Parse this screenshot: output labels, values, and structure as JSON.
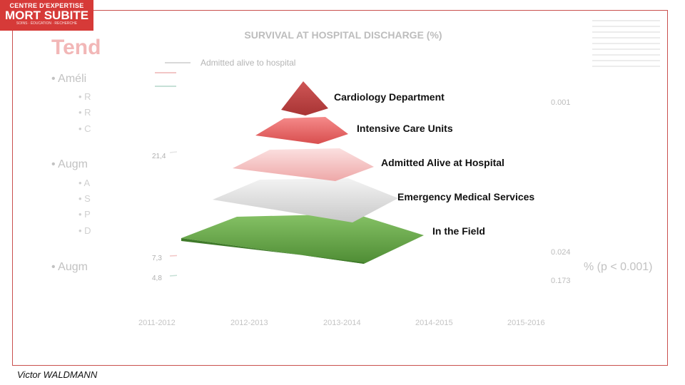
{
  "logo": {
    "line1": "CENTRE D'EXPERTISE",
    "line2": "MORT SUBITE",
    "line3": "SOINS · ÉDUCATION · RECHERCHE"
  },
  "slide": {
    "title": "Tend",
    "bullets": [
      {
        "text": "• Améli",
        "subs": [
          "• R",
          "• R",
          "• C"
        ]
      },
      {
        "text": "• Augm",
        "subs": [
          "• A",
          "• S",
          "• P",
          "• D"
        ]
      },
      {
        "text": "• Augm",
        "subs": []
      }
    ],
    "right_fragment": "% (p < 0.001)"
  },
  "chart": {
    "title": "SURVIVAL AT HOSPITAL DISCHARGE (%)",
    "legend": "Admitted alive to hospital",
    "pvalues": [
      "0.001",
      "0.024",
      "0.173"
    ],
    "ylabels": [
      "21,4",
      "7,3",
      "4,8"
    ]
  },
  "chart_data": {
    "type": "line",
    "title": "SURVIVAL AT HOSPITAL DISCHARGE (%)",
    "x": [
      "2011-2012",
      "2012-2013",
      "2013-2014",
      "2014-2015",
      "2015-2016"
    ],
    "series": [
      {
        "name": "Admitted alive to hospital",
        "values": [
          21.4,
          null,
          null,
          null,
          null
        ]
      },
      {
        "values": [
          7.3,
          null,
          null,
          null,
          null
        ]
      },
      {
        "values": [
          4.8,
          null,
          null,
          null,
          null
        ]
      }
    ],
    "grid": false,
    "legend": "top-left"
  },
  "pyramid": {
    "levels": [
      {
        "label": "Cardiology Department",
        "color": "#c84a4a"
      },
      {
        "label": "Intensive Care Units",
        "color": "#ea6e6e"
      },
      {
        "label": "Admitted Alive at Hospital",
        "color": "#f2b6b6"
      },
      {
        "label": "Emergency Medical Services",
        "color": "#e4e4e4"
      },
      {
        "label": "In the Field",
        "color": "#6aa84f"
      }
    ]
  },
  "footer": "Victor WALDMANN"
}
